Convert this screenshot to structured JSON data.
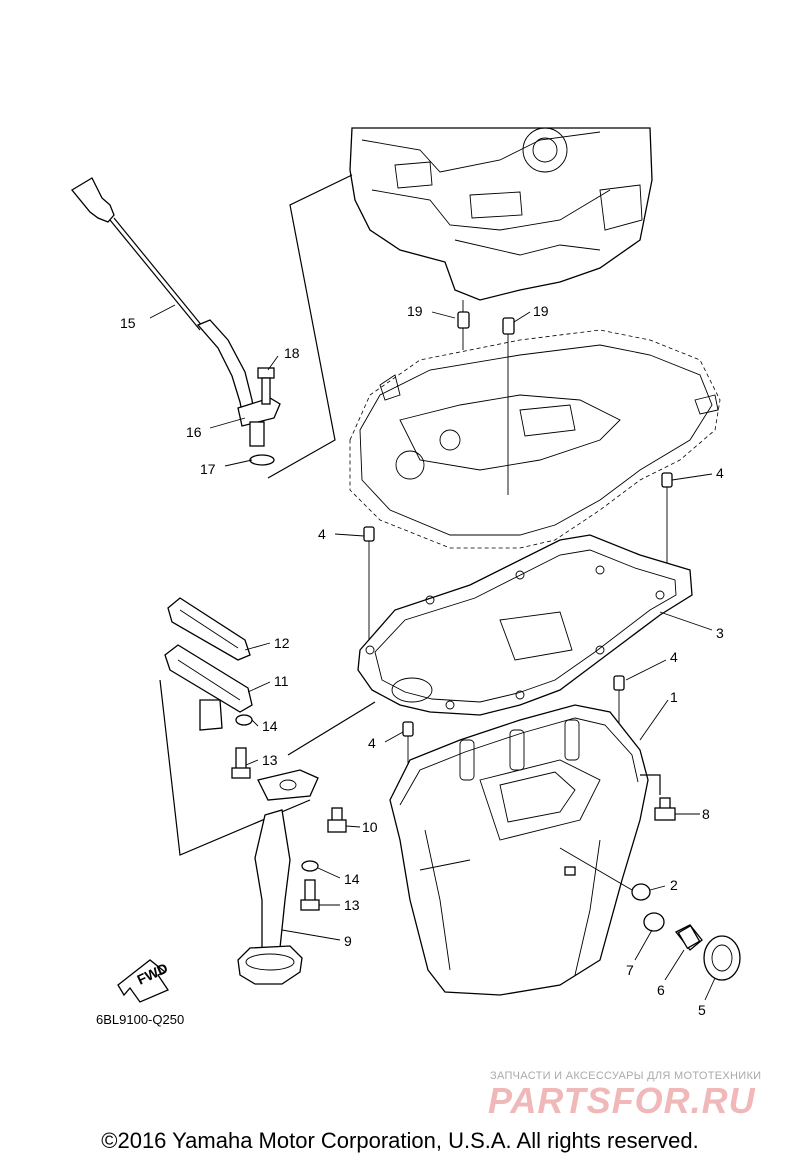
{
  "diagram": {
    "code": "6BL9100-Q250",
    "fwd_label": "FWD",
    "callouts": [
      "15",
      "18",
      "16",
      "17",
      "19",
      "19",
      "4",
      "4",
      "3",
      "12",
      "11",
      "14",
      "13",
      "4",
      "4",
      "1",
      "10",
      "8",
      "14",
      "2",
      "13",
      "9",
      "7",
      "6",
      "5"
    ]
  },
  "watermark": {
    "small": "ЗАПЧАСТИ И АКСЕССУАРЫ ДЛЯ МОТОТЕХНИКИ",
    "big": "PARTSFOR.RU",
    "color": "#f0b8b8"
  },
  "copyright": "©2016 Yamaha Motor Corporation, U.S.A. All rights reserved."
}
